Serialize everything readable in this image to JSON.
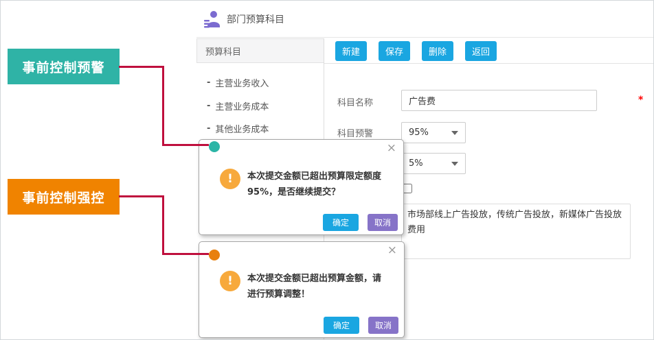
{
  "page": {
    "title": "部门预算科目"
  },
  "sidebar": {
    "header": "预算科目",
    "tree_prefix": "-",
    "items": [
      "主营业务收入",
      "主营业务成本",
      "其他业务成本"
    ]
  },
  "toolbar": {
    "buttons": [
      "新建",
      "保存",
      "删除",
      "返回"
    ]
  },
  "form": {
    "name_label": "科目名称",
    "name_value": "广告费",
    "required_mark": "*",
    "warning_label": "科目预警",
    "warning_value": "95%",
    "control_value": "5%",
    "description_value": "市场部线上广告投放，传统广告投放，新媒体广告投放费用"
  },
  "annotations": {
    "warning_tag": "事前控制预警",
    "control_tag": "事前控制强控"
  },
  "dialogs": [
    {
      "type": "warning",
      "dot_color": "#2bb5a6",
      "icon": "!",
      "close": "×",
      "line1": "本次提交金额已超出预算限定额度",
      "line2": "95%，是否继续提交？",
      "ok": "确定",
      "cancel": "取消"
    },
    {
      "type": "control",
      "dot_color": "#e8800f",
      "icon": "!",
      "close": "×",
      "line1": "本次提交金额已超出预算金额，请",
      "line2": "进行预算调整！",
      "ok": "确定",
      "cancel": "取消"
    }
  ],
  "colors": {
    "primary_button": "#1aa6e1",
    "cancel_button": "#8673c8",
    "warning_tag_bg": "#2fb3a6",
    "control_tag_bg": "#f08300",
    "connector_line": "#bf0f3d",
    "alert_icon_bg": "#f7a93c",
    "header_icon": "#7b6bd0",
    "required_mark": "#ff0000"
  }
}
